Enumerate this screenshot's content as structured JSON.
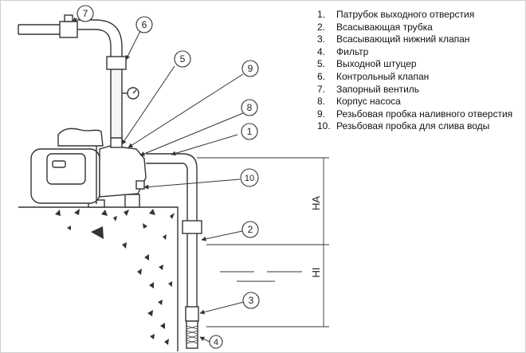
{
  "legend": [
    {
      "num": "1.",
      "label": "Патрубок выходного отверстия"
    },
    {
      "num": "2.",
      "label": "Всасывающая трубка"
    },
    {
      "num": "3.",
      "label": "Всасывающий нижний клапан"
    },
    {
      "num": "4.",
      "label": "Фильтр"
    },
    {
      "num": "5.",
      "label": "Выходной штуцер"
    },
    {
      "num": "6.",
      "label": "Контрольный клапан"
    },
    {
      "num": "7.",
      "label": "Запорный вентиль"
    },
    {
      "num": "8.",
      "label": "Корпус насоса"
    },
    {
      "num": "9.",
      "label": "Резьбовая пробка наливного отверстия"
    },
    {
      "num": "10.",
      "label": "Резьбовая пробка для слива воды"
    }
  ],
  "callouts": {
    "c1": "1",
    "c2": "2",
    "c3": "3",
    "c4": "4",
    "c5": "5",
    "c6": "6",
    "c7": "7",
    "c8": "8",
    "c9": "9",
    "c10": "10"
  },
  "dimensions": {
    "upper": "HA",
    "lower": "HI"
  },
  "colors": {
    "line": "#333333",
    "pipe_fill": "#f4f4f4"
  }
}
